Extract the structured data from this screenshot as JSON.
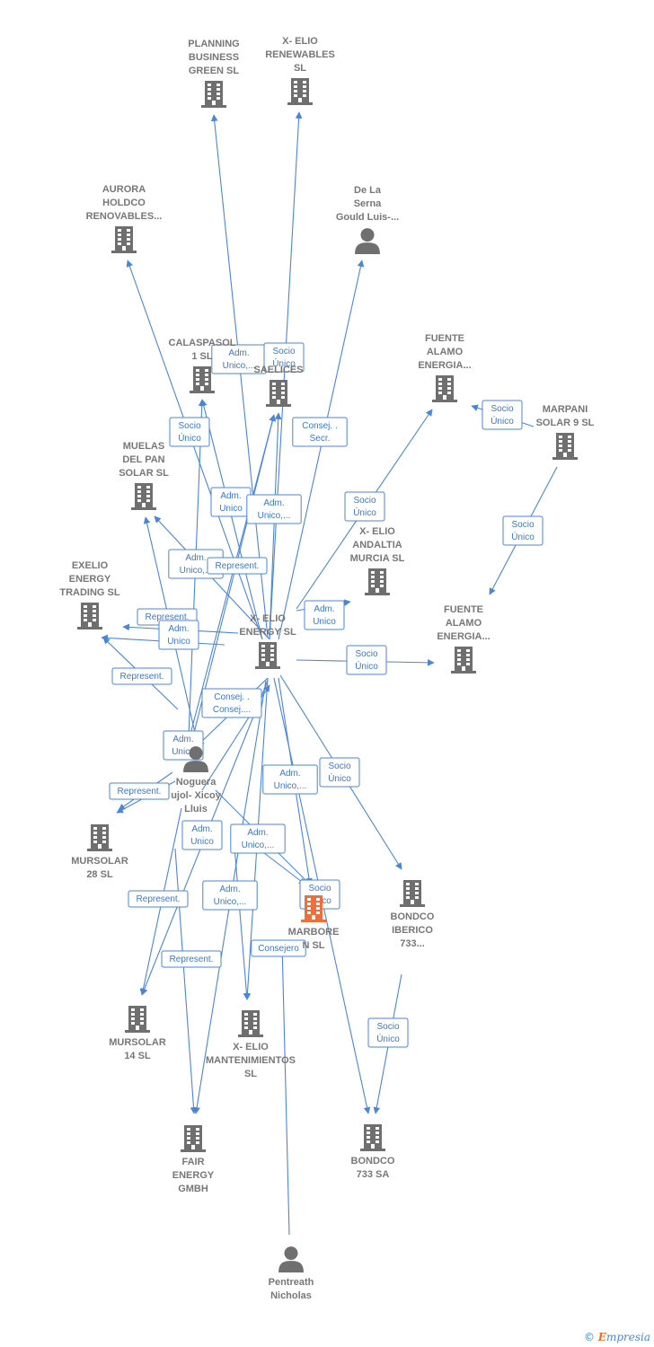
{
  "colors": {
    "edge": "#4a86d8",
    "node": "#6f6f6f",
    "highlight": "#ee6e3c"
  },
  "nodes": {
    "planning": {
      "label": [
        "PLANNING",
        "BUSINESS",
        "GREEN  SL"
      ],
      "icon": "building-icon"
    },
    "xelio_renew": {
      "label": [
        "X- ELIO",
        "RENEWABLES",
        "SL"
      ],
      "icon": "building-icon"
    },
    "aurora": {
      "label": [
        "AURORA",
        "HOLDCO",
        "RENOVABLES..."
      ],
      "icon": "building-icon"
    },
    "delaserna": {
      "label": [
        "De La",
        "Serna",
        "Gould Luis-..."
      ],
      "icon": "person-icon"
    },
    "calaspasol": {
      "label": [
        "CALASPASOL",
        "1  SL"
      ],
      "icon": "building-icon"
    },
    "saelices": {
      "label": [
        "SAELICES"
      ],
      "icon": "building-icon"
    },
    "fuente1": {
      "label": [
        "FUENTE",
        "ALAMO",
        "ENERGIA..."
      ],
      "icon": "building-icon"
    },
    "marpani": {
      "label": [
        "MARPANI",
        "SOLAR 9  SL"
      ],
      "icon": "building-icon"
    },
    "muelas": {
      "label": [
        "MUELAS",
        "DEL PAN",
        "SOLAR SL"
      ],
      "icon": "building-icon"
    },
    "andaltia": {
      "label": [
        "X- ELIO",
        "ANDALTIA",
        "MURCIA  SL"
      ],
      "icon": "building-icon"
    },
    "exelio": {
      "label": [
        "EXELIO",
        "ENERGY",
        "TRADING  SL"
      ],
      "icon": "building-icon"
    },
    "xelio_energy": {
      "label": [
        "X- ELIO",
        "ENERGY  SL"
      ],
      "icon": "building-icon"
    },
    "fuente2": {
      "label": [
        "FUENTE",
        "ALAMO",
        "ENERGIA..."
      ],
      "icon": "building-icon"
    },
    "noguera": {
      "label": [
        "Noguera",
        "ujol- Xicoy",
        "Lluis"
      ],
      "icon": "person-icon"
    },
    "mursolar28": {
      "label": [
        "MURSOLAR",
        "28 SL"
      ],
      "icon": "building-icon"
    },
    "marbore": {
      "label": [
        "MARBORE",
        "N  SL"
      ],
      "icon": "building-icon"
    },
    "bondco_iberico": {
      "label": [
        "BONDCO",
        "IBERICO",
        "733..."
      ],
      "icon": "building-icon"
    },
    "mursolar14": {
      "label": [
        "MURSOLAR",
        "14 SL"
      ],
      "icon": "building-icon"
    },
    "xelio_mant": {
      "label": [
        "X- ELIO",
        "MANTENIMIENTOS",
        "SL"
      ],
      "icon": "building-icon"
    },
    "fair": {
      "label": [
        "FAIR",
        "ENERGY",
        "GMBH"
      ],
      "icon": "building-icon"
    },
    "bondco733": {
      "label": [
        "BONDCO",
        "733 SA"
      ],
      "icon": "building-icon"
    },
    "pentreath": {
      "label": [
        "Pentreath",
        "Nicholas"
      ],
      "icon": "person-icon"
    }
  },
  "edge_labels": {
    "adm_unico_trunc": [
      "Adm.",
      "Unico,..."
    ],
    "socio_unico": [
      "Socio",
      "Único"
    ],
    "consej_secr": [
      "Consej. .",
      "Secr."
    ],
    "adm_unico": [
      "Adm.",
      "Unico"
    ],
    "represent": [
      "Represent."
    ],
    "consej_consej": [
      "Consej. .",
      "Consej...."
    ],
    "consejero": [
      "Consejero"
    ]
  },
  "watermark": {
    "symbol": "©",
    "brand_first": "E",
    "brand_rest": "mpresia"
  }
}
